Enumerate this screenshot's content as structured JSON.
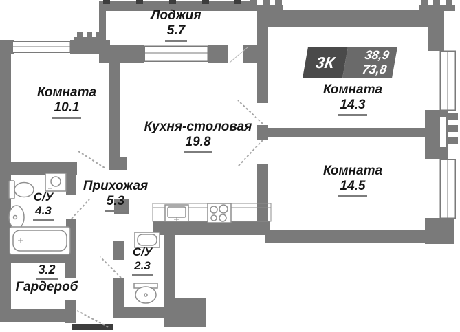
{
  "badge": {
    "type_label": "3К",
    "area_upper": "38,9",
    "area_lower": "73,8"
  },
  "rooms": [
    {
      "name": "Лоджия",
      "area": "5.7"
    },
    {
      "name": "Комната",
      "area": "10.1"
    },
    {
      "name": "Кухня-столовая",
      "area": "19.8"
    },
    {
      "name": "Комната",
      "area": "14.3"
    },
    {
      "name": "Комната",
      "area": "14.5"
    },
    {
      "name": "С/У",
      "area": "4.3"
    },
    {
      "name": "Прихожая",
      "area": "5.3"
    },
    {
      "name": "Гардероб",
      "area": "3.2"
    },
    {
      "name": "С/У",
      "area": "2.3"
    }
  ],
  "fixtures": [
    "toilet",
    "washing-machine",
    "sink",
    "bathtub",
    "shower",
    "toilet",
    "kitchen-sink",
    "stove"
  ],
  "colors": {
    "wall": "#7a7a7a",
    "wall_dark": "#3d3d3d",
    "badge_left": "#4a4a4a",
    "badge_right": "#6a6a6a",
    "text": "#161616",
    "underline": "#7d7d7d"
  }
}
